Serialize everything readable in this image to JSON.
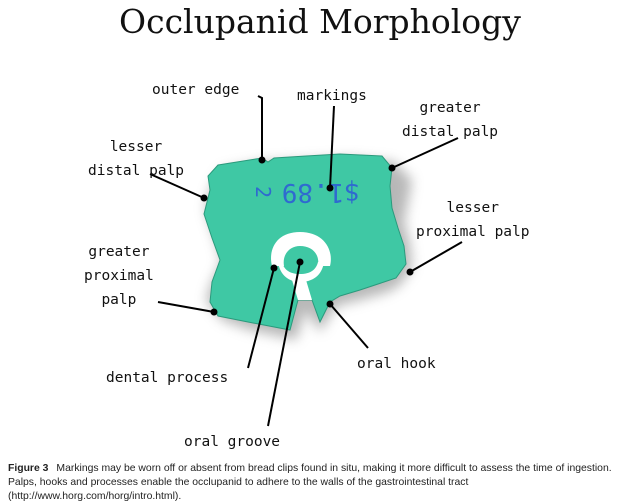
{
  "title": "Occlupanid Morphology",
  "clip": {
    "color": "#3fc8a4",
    "marking_price": "$1.89",
    "marking_small": "2"
  },
  "labels": {
    "outer_edge": "outer edge",
    "markings": "markings",
    "greater_distal_palp": [
      "greater",
      "distal palp"
    ],
    "lesser_distal_palp": [
      "lesser",
      "distal palp"
    ],
    "lesser_proximal_palp": [
      "lesser",
      "proximal palp"
    ],
    "greater_proximal_palp": [
      "greater",
      "proximal",
      "palp"
    ],
    "dental_process": "dental process",
    "oral_hook": "oral hook",
    "oral_groove": "oral groove"
  },
  "caption": {
    "figure": "Figure 3",
    "text": "Markings may be worn off or absent from bread clips found in situ, making it more difficult to assess the time of ingestion. Palps, hooks and processes enable the occlupanid to adhere to the walls of the gastrointestinal tract (http://www.horg.com/horg/intro.html)."
  }
}
